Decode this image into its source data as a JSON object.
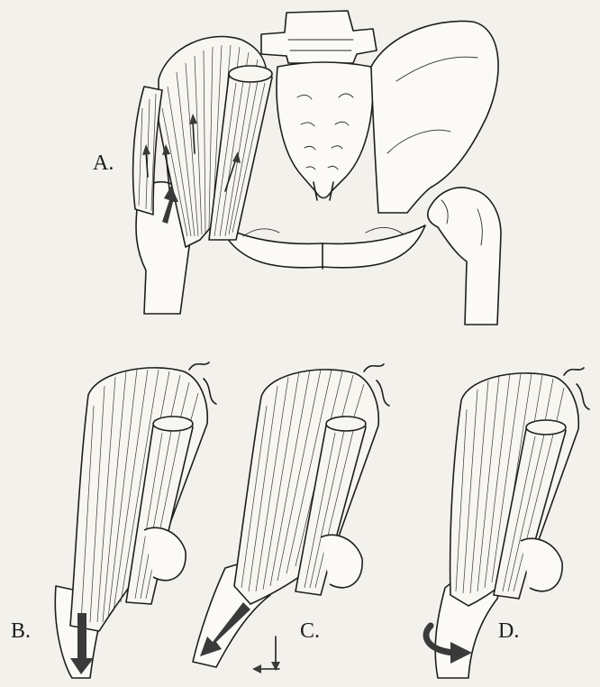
{
  "panels": [
    {
      "id": "A",
      "label": "A."
    },
    {
      "id": "B",
      "label": "B."
    },
    {
      "id": "C",
      "label": "C."
    },
    {
      "id": "D",
      "label": "D."
    }
  ],
  "colors": {
    "ink": "#1e1e1e",
    "paper": "#f2f1ec",
    "arrow": "#3a3a3a"
  }
}
